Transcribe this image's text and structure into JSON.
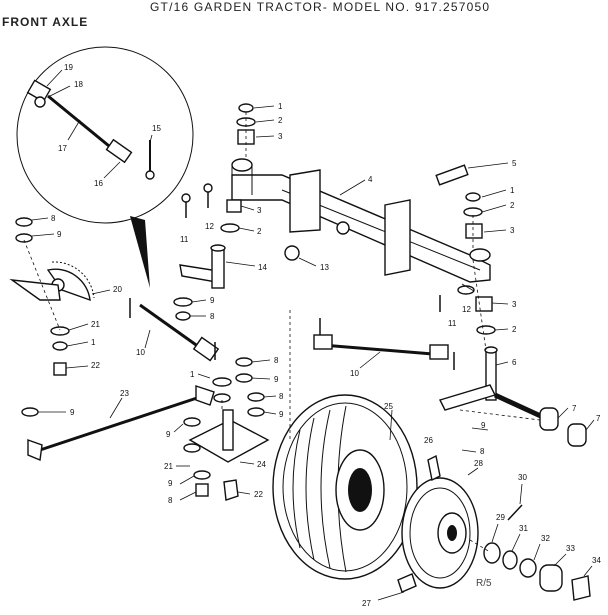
{
  "header": {
    "title": "GT/16 GARDEN TRACTOR- MODEL NO. 917.257050",
    "section": "FRONT AXLE",
    "footer_code": "R/5"
  },
  "callouts": {
    "c19": "19",
    "c18": "18",
    "c15": "15",
    "c17": "17",
    "c16": "16",
    "c1a": "1",
    "c2a": "2",
    "c3a": "3",
    "c5": "5",
    "c4": "4",
    "c1b": "1",
    "c2b": "2",
    "c3b": "3",
    "c8a": "8",
    "c9a": "9",
    "c11a": "11",
    "c12a": "12",
    "c3c": "3",
    "c2c": "2",
    "c13": "13",
    "c14": "14",
    "c20": "20",
    "c9b": "9",
    "c8b": "8",
    "c21a": "21",
    "c1c": "1",
    "c22a": "22",
    "c10a": "10",
    "c12b": "12",
    "c3d": "3",
    "c11b": "11",
    "c2d": "2",
    "c6": "6",
    "c10b": "10",
    "c8c": "8",
    "c9c": "9",
    "c1d": "1",
    "c8d": "8",
    "c9d": "9",
    "c23": "23",
    "c9e": "9",
    "c9f": "9",
    "c7a": "7",
    "c7b": "7",
    "c25": "25",
    "c26": "26",
    "c8e": "8",
    "c9g": "9",
    "c21b": "21",
    "c24": "24",
    "c9h": "9",
    "c8f": "8",
    "c22b": "22",
    "c28": "28",
    "c30": "30",
    "c29": "29",
    "c31": "31",
    "c32": "32",
    "c33": "33",
    "c34": "34",
    "c27": "27"
  }
}
